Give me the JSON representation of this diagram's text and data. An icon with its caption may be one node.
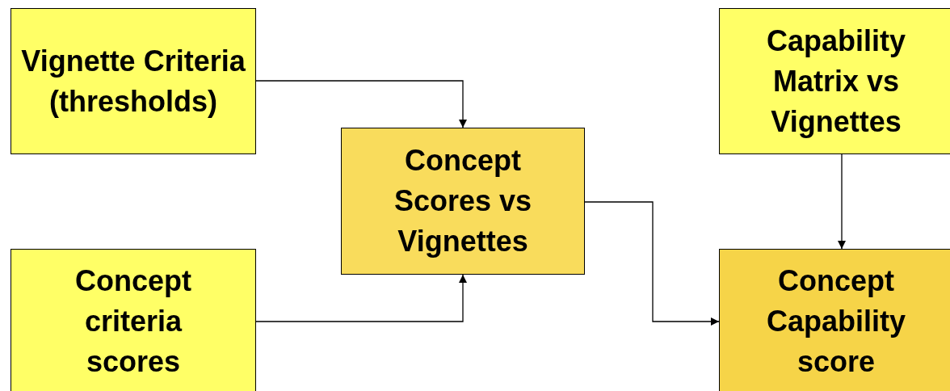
{
  "diagram": {
    "nodes": [
      {
        "text": [
          "Vignette Criteria (thresholds)"
        ]
      },
      {
        "text": [
          "Concept Scores vs Vignettes"
        ]
      },
      {
        "text": [
          "Capability Matrix vs Vignettes"
        ]
      },
      {
        "text": [
          "Concept criteria scores"
        ]
      },
      {
        "text": [
          "Concept Capability score"
        ]
      }
    ],
    "edges": [
      {
        "from": 0,
        "to": 1,
        "arrow": "to"
      },
      {
        "from": 3,
        "to": 1,
        "arrow": "to"
      },
      {
        "from": 1,
        "to": 4,
        "arrow": "to"
      },
      {
        "from": 2,
        "to": 4,
        "arrow": "to"
      }
    ]
  }
}
